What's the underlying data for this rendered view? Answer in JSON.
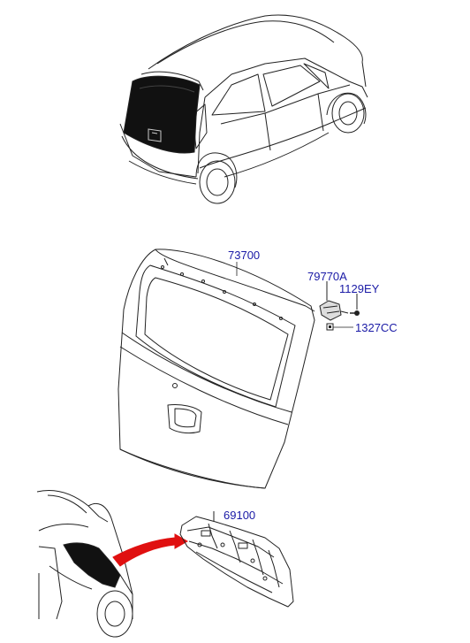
{
  "diagram": {
    "part_numbers": {
      "tailgate": "73700",
      "hinge": "79770A",
      "hinge_bolt": "1129EY",
      "clip": "1327CC",
      "rear_panel": "69100"
    },
    "colors": {
      "line": "#222222",
      "label": "#1a1aa6",
      "highlight_fill": "#111111",
      "arrow": "#e01010",
      "background": "#ffffff"
    }
  }
}
